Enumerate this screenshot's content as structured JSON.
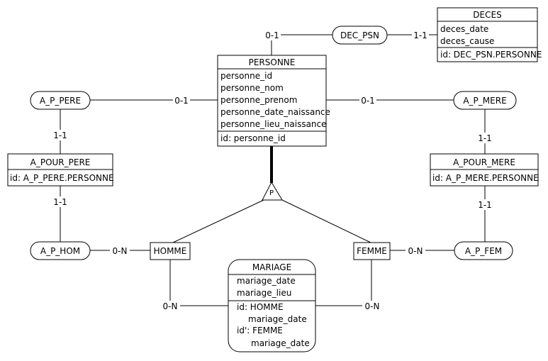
{
  "entities": {
    "personne": {
      "title": "PERSONNE",
      "attributes": [
        "personne_id",
        "personne_nom",
        "personne_prenom",
        "personne_date_naissance",
        "personne_lieu_naissance"
      ],
      "identifier": "id: personne_id"
    },
    "deces": {
      "title": "DECES",
      "attributes": [
        "deces_date",
        "deces_cause"
      ],
      "identifier": "id: DEC_PSN.PERSONNE"
    },
    "a_pour_pere": {
      "title": "A_POUR_PERE",
      "identifier": "id: A_P_PERE.PERSONNE"
    },
    "a_pour_mere": {
      "title": "A_POUR_MERE",
      "identifier": "id: A_P_MERE.PERSONNE"
    },
    "homme": {
      "title": "HOMME"
    },
    "femme": {
      "title": "FEMME"
    },
    "mariage": {
      "title": "MARIAGE",
      "attributes": [
        "mariage_date",
        "mariage_lieu"
      ],
      "identifiers": [
        "id: HOMME",
        "mariage_date",
        "id': FEMME",
        "mariage_date"
      ]
    }
  },
  "relations": {
    "dec_psn": "DEC_PSN",
    "a_p_pere": "A_P_PERE",
    "a_p_mere": "A_P_MERE",
    "a_p_hom": "A_P_HOM",
    "a_p_fem": "A_P_FEM"
  },
  "isa_label": "P",
  "cardinalities": {
    "dec_psn_personne": "0-1",
    "dec_psn_deces": "1-1",
    "a_p_pere_personne": "0-1",
    "a_p_mere_personne": "0-1",
    "a_p_pere_apourpere": "1-1",
    "a_p_mere_apourmere": "1-1",
    "a_p_hom_apourpere": "1-1",
    "a_p_fem_apourmere": "1-1",
    "a_p_hom_homme": "0-N",
    "a_p_fem_femme": "0-N",
    "homme_mariage": "0-N",
    "femme_mariage": "0-N"
  }
}
